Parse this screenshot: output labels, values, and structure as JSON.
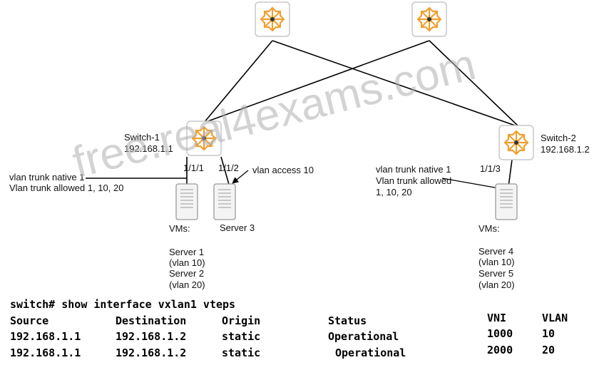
{
  "colors": {
    "router_fill": "#ffffff",
    "router_border": "#c8c8c8",
    "router_icon": "#f0a030",
    "link": "#000000"
  },
  "icons": {
    "router": "router-icon",
    "server": "server-icon"
  },
  "watermark": "free.real4exams.com",
  "switch1": {
    "name": "Switch-1",
    "ip": "192.168.1.1"
  },
  "switch2": {
    "name": "Switch-2",
    "ip": "192.168.1.2"
  },
  "port_left_a": "1/1/1",
  "port_left_b": "1/1/2",
  "port_right": "1/1/3",
  "left_trunk": {
    "line1": "vlan trunk native 1",
    "line2": "Vlan trunk allowed 1, 10, 20"
  },
  "vlan_access": "vlan access 10",
  "right_trunk": {
    "line1": "vlan trunk native 1",
    "line2": "Vlan trunk allowed",
    "line3": "1, 10, 20"
  },
  "server3_label": "Server 3",
  "left_vms": [
    "VMs:",
    "",
    "Server 1",
    "(vlan 10)",
    "Server 2",
    "(vlan 20)"
  ],
  "right_vms": [
    "VMs:",
    "",
    "Server 4",
    "(vlan 10)",
    "Server 5",
    "(vlan 20)"
  ],
  "command": "switch# show interface vxlan1 vteps",
  "vtep_table": {
    "headers": [
      "Source",
      "Destination",
      "Origin",
      "Status"
    ],
    "rows": [
      [
        "192.168.1.1",
        "192.168.1.2",
        "static",
        "Operational"
      ],
      [
        "192.168.1.1",
        "192.168.1.2",
        "static",
        "Operational"
      ]
    ]
  },
  "vni_table": {
    "headers": [
      "VNI",
      "VLAN"
    ],
    "rows": [
      [
        "1000",
        "10"
      ],
      [
        "2000",
        "20"
      ]
    ]
  }
}
